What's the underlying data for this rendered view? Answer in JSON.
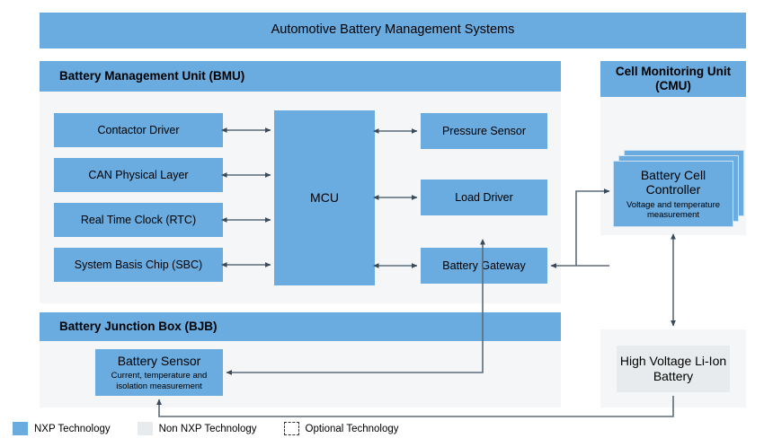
{
  "title": "Automotive Battery Management Systems",
  "panels": {
    "bmu": {
      "header": "Battery Management Unit (BMU)",
      "blocks_left": [
        {
          "label": "Contactor Driver"
        },
        {
          "label": "CAN Physical Layer"
        },
        {
          "label": "Real Time Clock (RTC)"
        },
        {
          "label": "System Basis Chip (SBC)"
        }
      ],
      "mcu": {
        "label": "MCU"
      },
      "blocks_right": [
        {
          "label": "Pressure Sensor"
        },
        {
          "label": "Load Driver"
        },
        {
          "label": "Battery Gateway"
        }
      ]
    },
    "bjb": {
      "header": "Battery Junction Box (BJB)",
      "sensor": {
        "label": "Battery Sensor",
        "sublabel": "Current, temperature and isolation measurement"
      }
    },
    "cmu": {
      "header": "Cell Monitoring Unit (CMU)",
      "controller": {
        "label": "Battery Cell Controller",
        "sublabel": "Voltage and temperature measurement"
      }
    },
    "hv_battery": {
      "label": "High Voltage Li-Ion Battery"
    }
  },
  "legend": [
    {
      "label": "NXP Technology",
      "swatch": "nxp",
      "color": "#6aabe0"
    },
    {
      "label": "Non NXP Technology",
      "swatch": "nonxp",
      "color": "#e8ebed"
    },
    {
      "label": "Optional Technology",
      "swatch": "optional",
      "color": "#ffffff"
    }
  ]
}
